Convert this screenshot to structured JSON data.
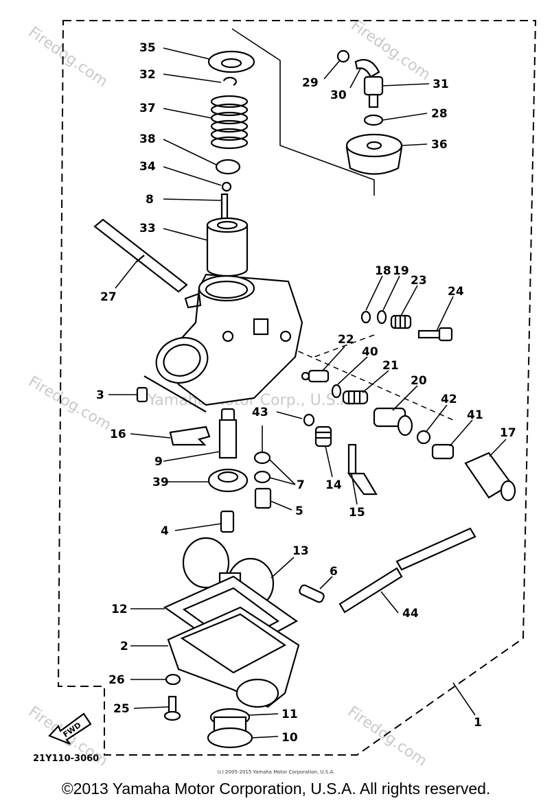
{
  "watermarks": [
    "Firedog.com",
    "Firedog.com",
    "Firedog.com",
    "Firedog.com",
    "Firedog.com",
    "Yamaha Motor Corp., U.S.A."
  ],
  "callouts": {
    "c35": "35",
    "c32": "32",
    "c37": "37",
    "c38": "38",
    "c34": "34",
    "c8": "8",
    "c33": "33",
    "c27": "27",
    "c29": "29",
    "c30": "30",
    "c31": "31",
    "c28": "28",
    "c36": "36",
    "c18": "18",
    "c19": "19",
    "c23": "23",
    "c24": "24",
    "c22": "22",
    "c40": "40",
    "c21": "21",
    "c20": "20",
    "c42": "42",
    "c41": "41",
    "c17": "17",
    "c43": "43",
    "c14": "14",
    "c15": "15",
    "c3": "3",
    "c16": "16",
    "c9": "9",
    "c39": "39",
    "c7": "7",
    "c5": "5",
    "c4": "4",
    "c13": "13",
    "c6": "6",
    "c12": "12",
    "c44": "44",
    "c2": "2",
    "c26": "26",
    "c25": "25",
    "c11": "11",
    "c10": "10",
    "c1": "1"
  },
  "fwd_label": "FWD",
  "diagram_code": "21Y110-3060",
  "small_copyright": "(c) 2005-2015 Yamaha Motor Corporation, U.S.A.",
  "copyright": "©2013 Yamaha Motor Corporation, U.S.A. All rights reserved."
}
